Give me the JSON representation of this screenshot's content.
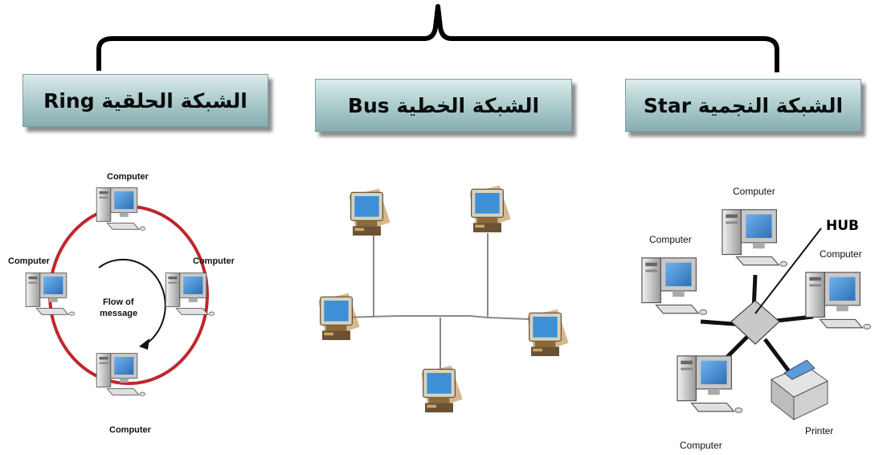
{
  "headers": {
    "ring": "الشبكة الحلقية Ring",
    "bus": "الشبكة الخطية Bus",
    "star": "الشبكة النجمية Star"
  },
  "ring_diagram": {
    "top_label": "Computer",
    "left_label": "Computer",
    "right_label": "Computer",
    "bottom_label": "Computer",
    "flow_label_1": "Flow of",
    "flow_label_2": "message",
    "ring_color": "#c0262c"
  },
  "star_diagram": {
    "hub_label": "HUB",
    "top_label": "Computer",
    "left_label": "Computer",
    "right_label": "Computer",
    "bottom_label": "Computer",
    "printer_label": "Printer"
  },
  "colors": {
    "header_gradient_top": "#dcebeb",
    "header_gradient_bottom": "#86aeb1",
    "screen_blue": "#3d8fd6"
  }
}
